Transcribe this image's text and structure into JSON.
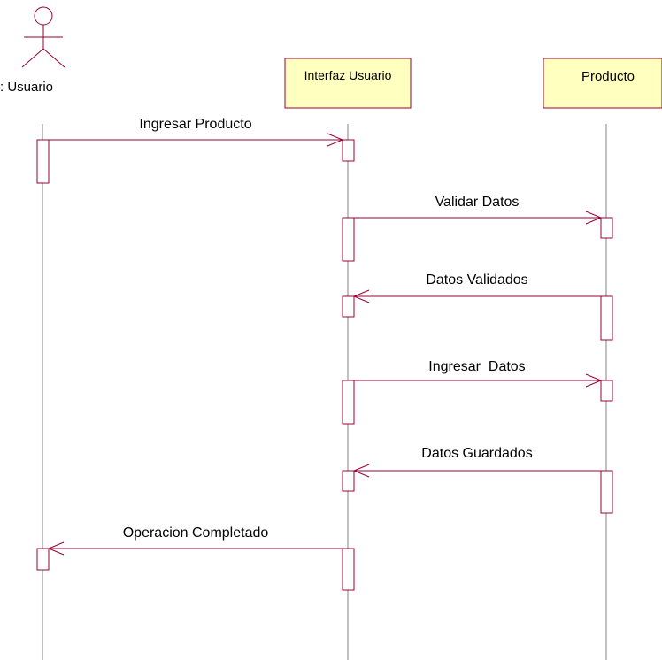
{
  "colors": {
    "line": "#990033",
    "object_fill": "#FFFFC0",
    "lifeline": "#808080",
    "activation_fill": "#FFFFFF",
    "text": "#000000"
  },
  "actor": {
    "name": ": Usuario",
    "icon": "stick-figure-icon"
  },
  "objects": [
    {
      "id": "interfaz",
      "label": "Interfaz Usuario"
    },
    {
      "id": "producto",
      "label": "Producto"
    }
  ],
  "messages": [
    {
      "from": "usuario",
      "to": "interfaz",
      "label": "Ingresar Producto"
    },
    {
      "from": "interfaz",
      "to": "producto",
      "label": "Validar Datos"
    },
    {
      "from": "producto",
      "to": "interfaz",
      "label": "Datos Validados"
    },
    {
      "from": "interfaz",
      "to": "producto",
      "label": "Ingresar  Datos"
    },
    {
      "from": "producto",
      "to": "interfaz",
      "label": "Datos Guardados"
    },
    {
      "from": "interfaz",
      "to": "usuario",
      "label": "Operacion Completado"
    }
  ]
}
